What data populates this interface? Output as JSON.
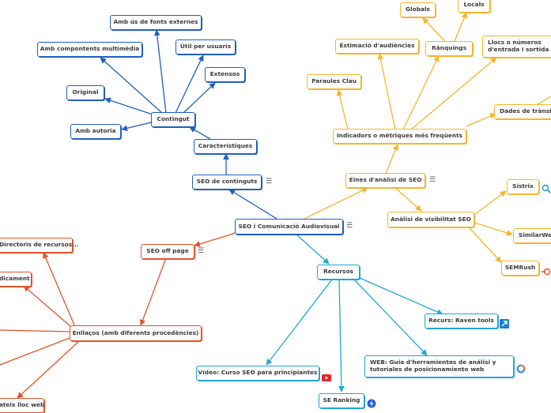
{
  "diagram": {
    "nodes": {
      "root": "SEO i Comunicació Audiovisual",
      "seo_continguts": "SEO de continguts",
      "caracteristiques": "Característiques",
      "contingut": "Contingut",
      "fonts_externes": "Amb ús de fonts externes",
      "multimedia": "Amb compontents multimèdia",
      "util_usuaris": "Útil per usuaris",
      "extensos": "Extensos",
      "original": "Original",
      "autoria": "Amb autoria",
      "eines_analisi": "Eines d'anàlisi de SEO",
      "indicadors": "Indicadors o mètriques més freqüents",
      "paraules_clau": "Paraules Clau",
      "estimacio": "Estimació d'audiències",
      "ranquings": "Rànquings",
      "globals": "Globals",
      "locals": "Locals",
      "llocs_sortida": "Llocs o números d'entrada i sortida",
      "dades_transit": "Dades de trànsit",
      "analisi_visibilitat": "Anàlisi de visibilitat SEO",
      "sistrix": "Sistrix",
      "similarweb": "SimilarWeb",
      "semrush": "SEMRush",
      "seo_offpage": "SEO off page",
      "enllacos": "Enllaços (amb diferents procedències)",
      "directoris": "Directoris de recursos...",
      "dicament": "dicament",
      "mateix_lloc": "mateix lloc web",
      "recursos": "Recursos",
      "raven": "Recurs: Raven tools",
      "guia": "WEB: Guía d'herramientas de análisi y tutoriales de posicionamiento web",
      "video": "Vídeo: Curso SEO para principiantes",
      "se_ranking": "SE Ranking"
    },
    "icons": {
      "menu": "menu-lines-icon",
      "search": "magnifier-icon",
      "semrush": "semrush-logo-icon",
      "raven": "raven-tools-icon",
      "guia": "ring-logo-icon",
      "youtube": "youtube-icon",
      "se_ranking": "se-ranking-icon"
    },
    "colors": {
      "blue": "#1f5fbf",
      "yellow": "#f4b62a",
      "red": "#e4532b",
      "cyan": "#1fa6d8"
    }
  }
}
